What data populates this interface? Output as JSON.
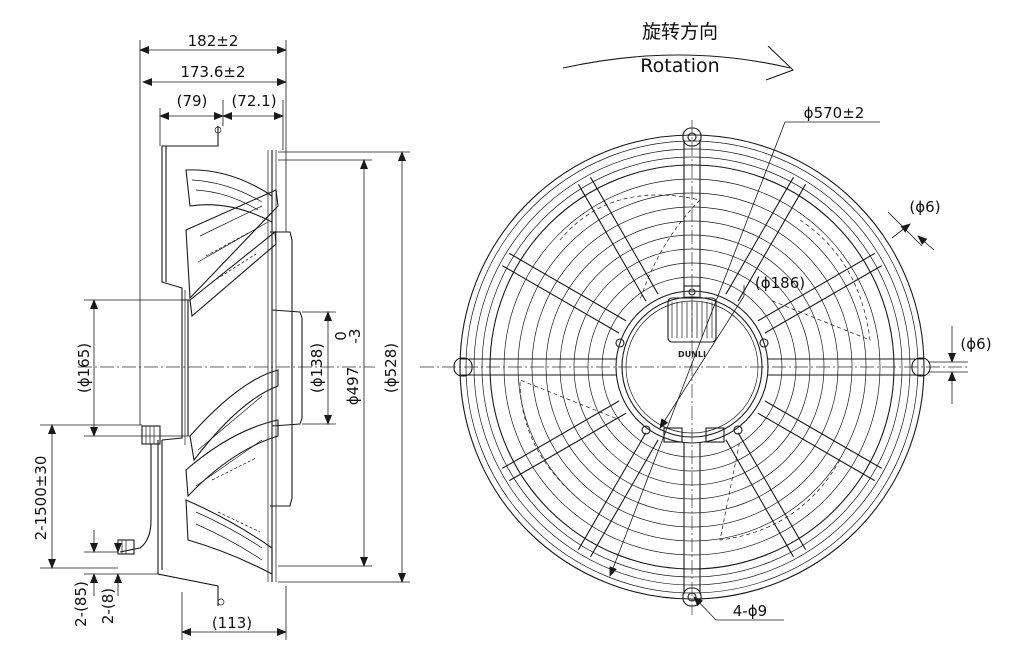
{
  "rotation": {
    "label_cn": "旋转方向",
    "label_en": "Rotation"
  },
  "side_view": {
    "overall_width": "182±2",
    "blade_width": "173.6±2",
    "offset_left": "(79)",
    "offset_right": "(72.1)",
    "hub_diameter": "(ϕ165)",
    "inner_diameter": "(ϕ138)",
    "impeller_diameter": "ϕ497",
    "impeller_tol_upper": "0",
    "impeller_tol_lower": "-3",
    "housing_diameter": "(ϕ528)",
    "cable_length": "2-1500±30",
    "bracket_a": "2-(85)",
    "bracket_b": "2-(8)",
    "base_length": "(113)"
  },
  "front_view": {
    "guard_diameter": "ϕ570±2",
    "mount_hole_top": "(ϕ6)",
    "mount_hole_right": "(ϕ6)",
    "motor_diameter": "(ϕ186)",
    "mount_holes": "4-ϕ9",
    "brand": "DUNLI"
  },
  "colors": {
    "line": "#1a1a1a",
    "background": "#ffffff"
  }
}
